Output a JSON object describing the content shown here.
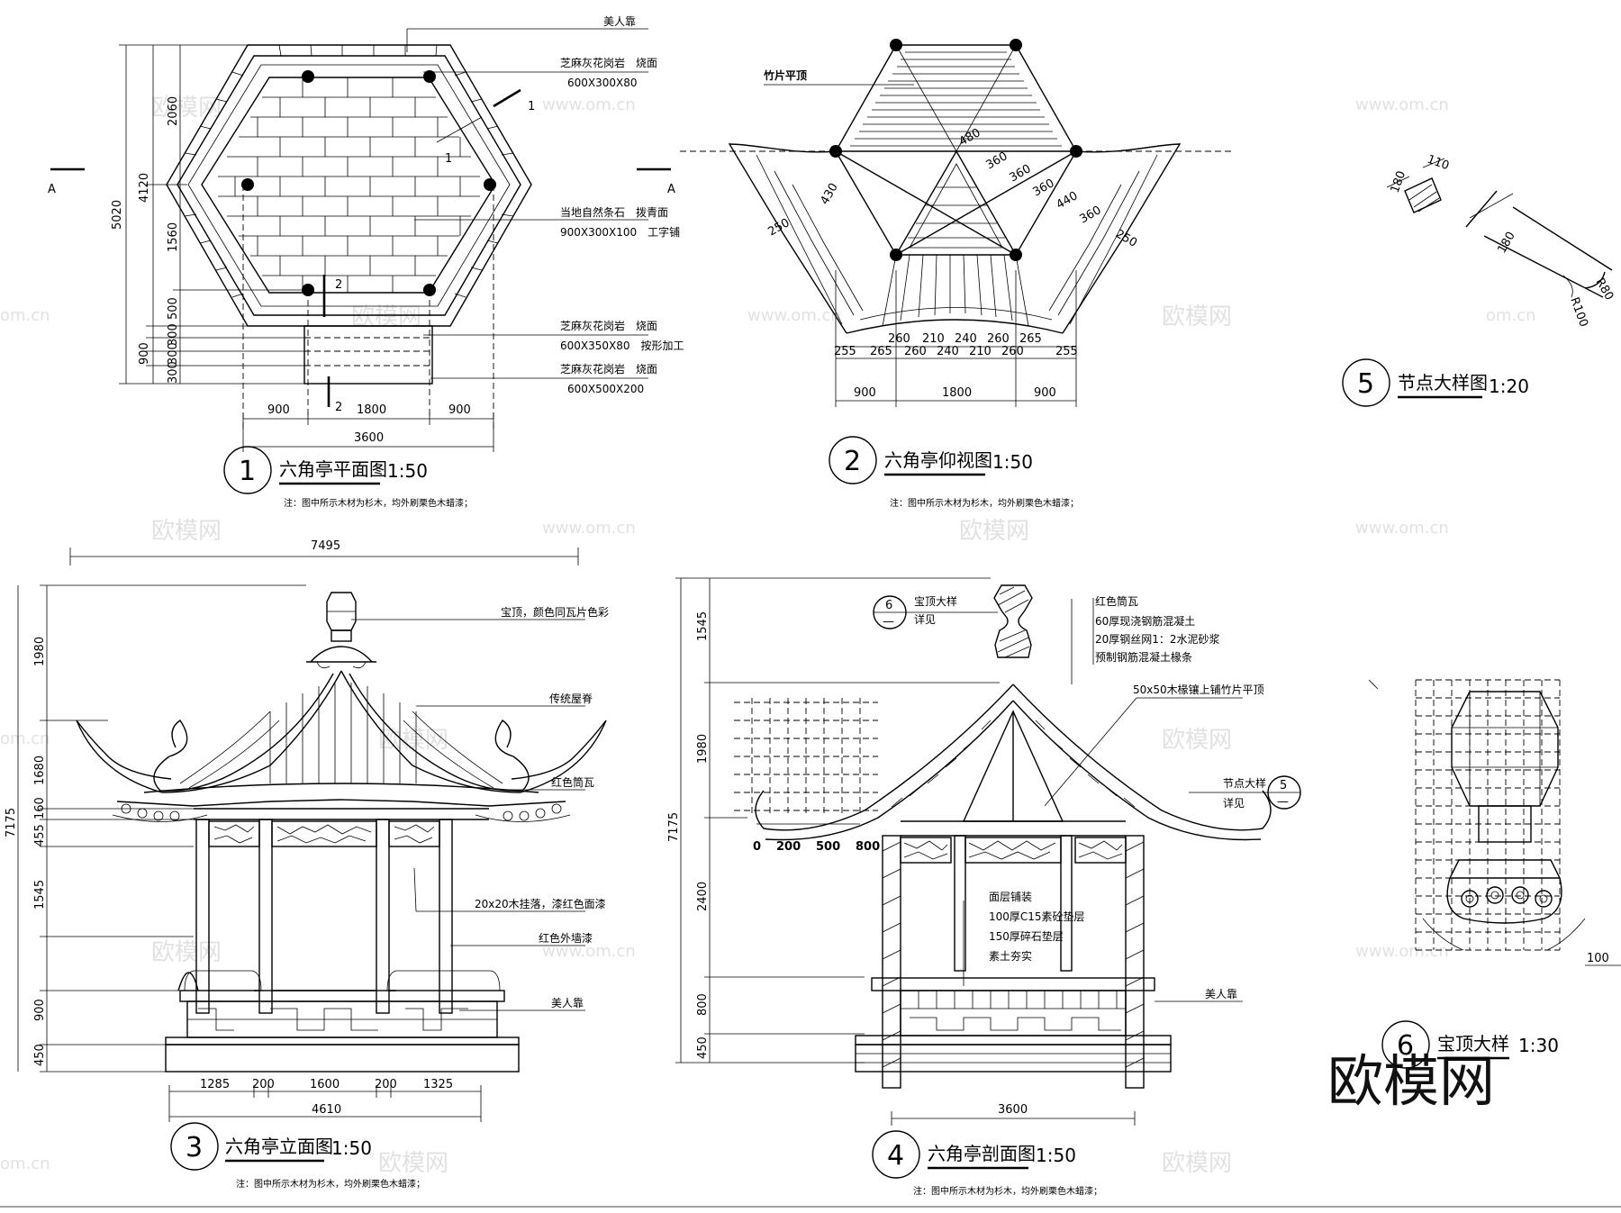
{
  "watermark": {
    "brand": "欧模网",
    "url": "www.om.cn",
    "url_short": "om.cn",
    "big": "欧模网"
  },
  "section_mark": "A",
  "view1": {
    "number": "1",
    "title": "六角亭平面图",
    "scale": "1:50",
    "note": "注：图中所示木材为杉木，均外刷栗色木蜡漆；",
    "cut1": "1",
    "cut2": "2",
    "labels": [
      "美人靠",
      "芝麻灰花岗岩　烧面",
      "600X300X80",
      "当地自然条石　拨青面",
      "900X300X100　工字铺",
      "芝麻灰花岗岩　烧面",
      "600X350X80　按形加工",
      "芝麻灰花岗岩　烧面",
      "600X500X200"
    ],
    "dims_v": [
      "5020",
      "4120",
      "2060",
      "1560",
      "500",
      "900",
      "300",
      "300",
      "300"
    ],
    "dims_h": [
      "900",
      "1800",
      "900",
      "3600"
    ]
  },
  "view2": {
    "number": "2",
    "title": "六角亭仰视图",
    "scale": "1:50",
    "note": "注：图中所示木材为杉木，均外刷栗色木蜡漆；",
    "label_top": "竹片平顶",
    "dims_rafter": [
      "480",
      "360",
      "360",
      "360",
      "440",
      "360",
      "250",
      "430",
      "250"
    ],
    "dims_row1": [
      "260",
      "210",
      "240",
      "260",
      "265"
    ],
    "dims_row2": [
      "255",
      "265",
      "260",
      "240",
      "210",
      "260",
      "255"
    ],
    "dims_bottom": [
      "900",
      "1800",
      "900"
    ]
  },
  "view3": {
    "number": "3",
    "title": "六角亭立面图",
    "scale": "1:50",
    "note": "注：图中所示木材为杉木，均外刷栗色木蜡漆；",
    "labels": [
      "宝顶，颜色同瓦片色彩",
      "传统屋脊",
      "红色筒瓦",
      "20x20木挂落，漆红色面漆",
      "红色外墙漆",
      "美人靠"
    ],
    "dims_v": [
      "7175",
      "1980",
      "1680",
      "160",
      "455",
      "1545",
      "900",
      "450"
    ],
    "dims_h": [
      "1285",
      "200",
      "1600",
      "200",
      "1325",
      "4610"
    ],
    "dim_top": "7495"
  },
  "view4": {
    "number": "4",
    "title": "六角亭剖面图",
    "scale": "1:50",
    "note": "注：图中所示木材为杉木，均外刷栗色木蜡漆；",
    "detail_ref": {
      "num": "6",
      "den": "—",
      "label": "宝顶大样",
      "see": "详见"
    },
    "node_ref": {
      "num": "5",
      "den": "—",
      "label": "节点大样",
      "see": "详见"
    },
    "roof_labels": [
      "红色筒瓦",
      "60厚现浇钢筋混凝土",
      "20厚钢丝网1：2水泥砂浆",
      "预制钢筋混凝土椽条",
      "50x50木椽镶上铺竹片平顶"
    ],
    "floor_labels": [
      "面层铺装",
      "100厚C15素砼垫层",
      "150厚碎石垫层",
      "素土夯实"
    ],
    "bench_label": "美人靠",
    "dims_v": [
      "7175",
      "1545",
      "1980",
      "2400",
      "800",
      "450"
    ],
    "dim_bottom": "3600",
    "scale_bar": [
      "0",
      "200",
      "500",
      "800"
    ]
  },
  "view5": {
    "number": "5",
    "title": "节点大样图",
    "scale": "1:20",
    "dims": [
      "180",
      "110",
      "180",
      "R80",
      "R100"
    ]
  },
  "view6": {
    "number": "6",
    "title": "宝顶大样",
    "scale": "1:30",
    "dim": "100"
  }
}
